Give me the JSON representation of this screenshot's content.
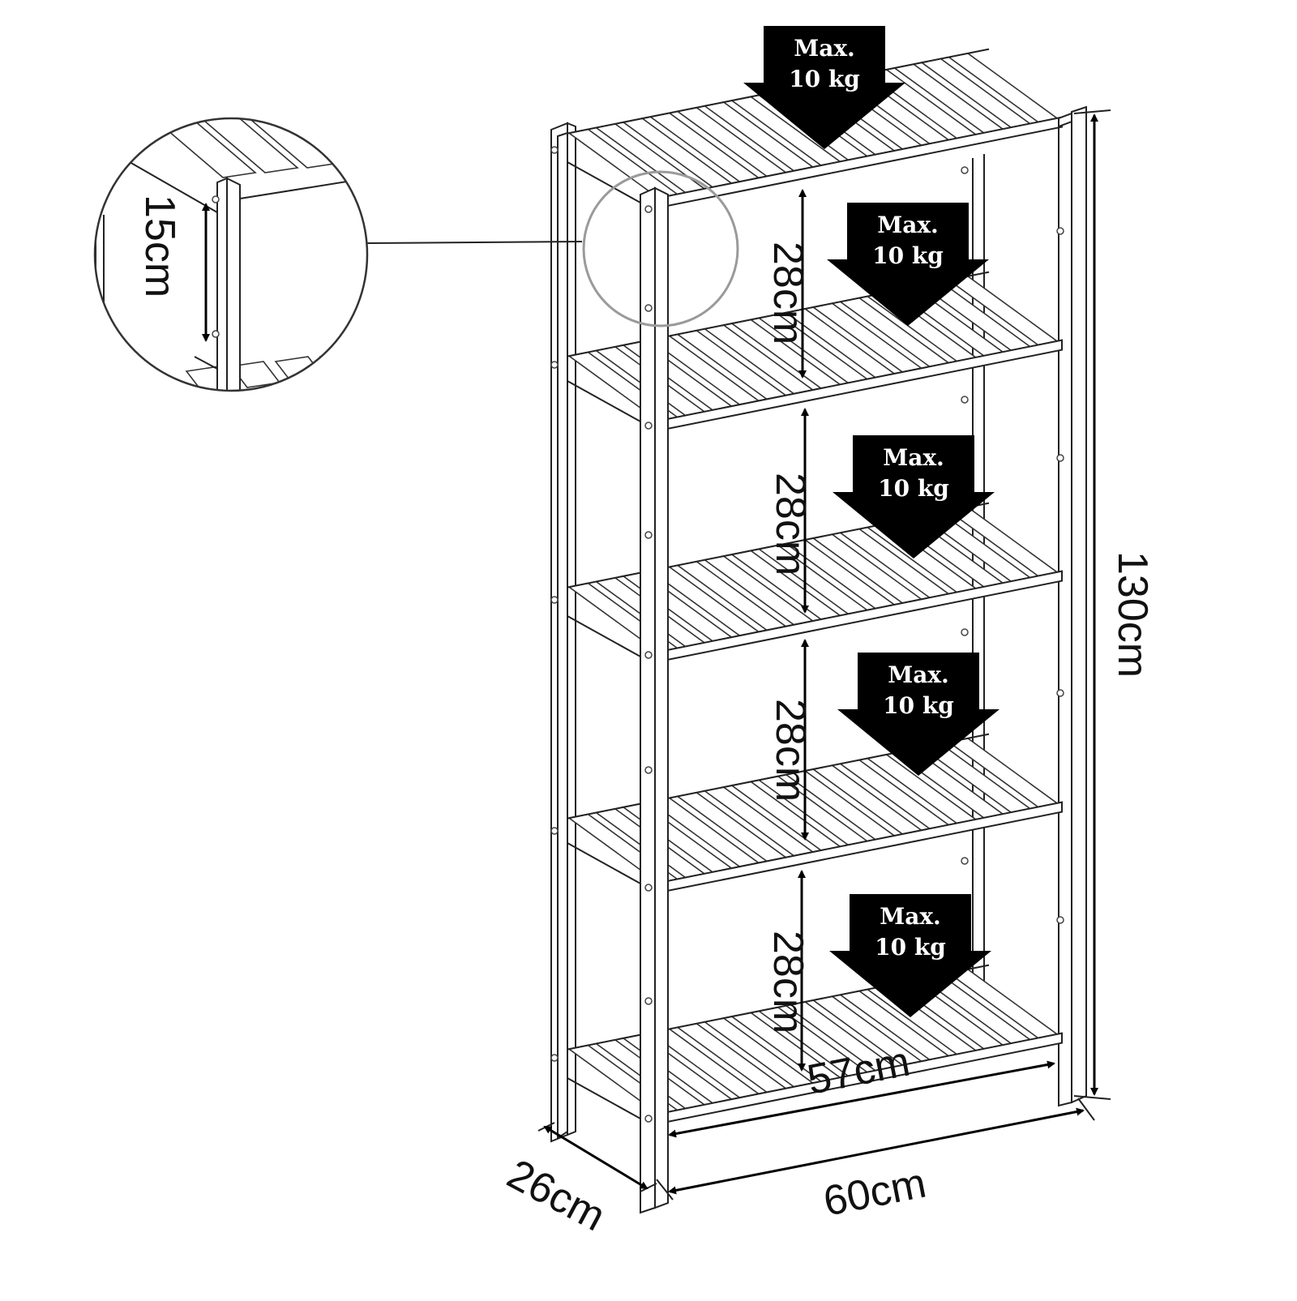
{
  "dimensions": {
    "height": "130cm",
    "width": "60cm",
    "inner_width": "57cm",
    "depth": "26cm",
    "detail_gap": "15cm"
  },
  "shelf_spacing": [
    {
      "label": "28cm"
    },
    {
      "label": "28cm"
    },
    {
      "label": "28cm"
    },
    {
      "label": "28cm"
    }
  ],
  "load_badges": [
    {
      "line1": "Max.",
      "line2": "10 kg"
    },
    {
      "line1": "Max.",
      "line2": "10 kg"
    },
    {
      "line1": "Max.",
      "line2": "10 kg"
    },
    {
      "line1": "Max.",
      "line2": "10 kg"
    },
    {
      "line1": "Max.",
      "line2": "10 kg"
    }
  ],
  "colors": {
    "ink": "#000000",
    "outline": "#222222",
    "background": "#ffffff",
    "callout_circle": "#9a9a9a"
  }
}
